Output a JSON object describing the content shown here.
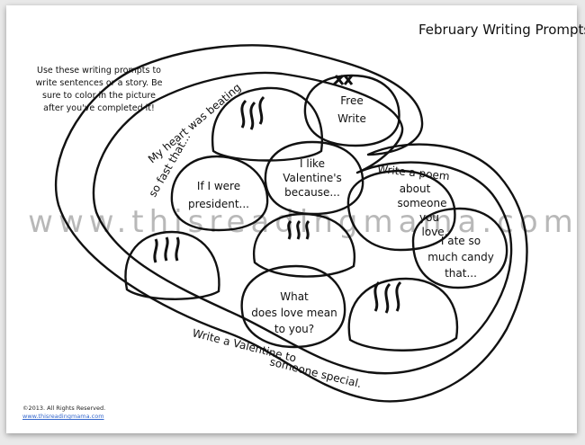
{
  "title": "February Writing Prompts",
  "instructions": "Use these writing prompts to write sentences or a story. Be sure to color in the picture after you've completed it!",
  "watermark": "www.thisreadingmama.com",
  "prompts": {
    "heart_beating_1": "My heart was beating",
    "heart_beating_2": "so fast that...",
    "free_write_1": "Free",
    "free_write_2": "Write",
    "valentine_1": "I like",
    "valentine_2": "Valentine's",
    "valentine_3": "because...",
    "president_1": "If I were",
    "president_2": "president...",
    "poem_1": "Write a poem",
    "poem_2": "about",
    "poem_3": "someone",
    "poem_4": "you",
    "poem_5": "love.",
    "candy_1": "I ate so",
    "candy_2": "much candy",
    "candy_3": "that...",
    "love_1": "What",
    "love_2": "does love mean",
    "love_3": "to you?",
    "special_1": "Write a Valentine to",
    "special_2": "someone special."
  },
  "footer": {
    "copyright": "©2013. All Rights Reserved.",
    "link": "www.thisreadingmama.com"
  }
}
